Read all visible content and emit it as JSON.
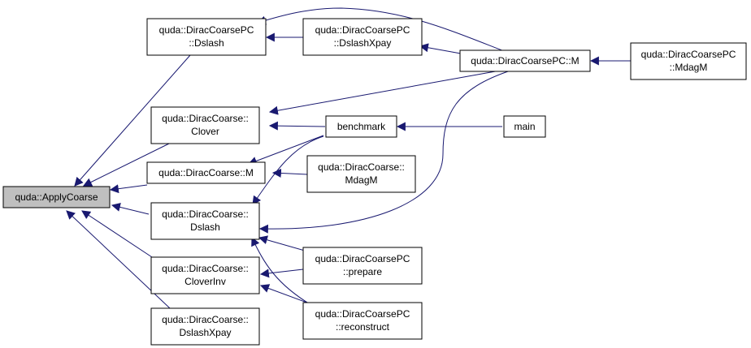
{
  "colors": {
    "edge": "#191970",
    "node_border": "#000000",
    "node_fill": "#ffffff",
    "highlight_fill": "#bfbfbf",
    "text": "#000000"
  },
  "nodes": {
    "apply_coarse": {
      "lines": [
        "quda::ApplyCoarse"
      ],
      "highlighted": true
    },
    "dcpc_dslash": {
      "lines": [
        "quda::DiracCoarsePC",
        "::Dslash"
      ]
    },
    "dc_clover": {
      "lines": [
        "quda::DiracCoarse::",
        "Clover"
      ]
    },
    "dc_m": {
      "lines": [
        "quda::DiracCoarse::M"
      ]
    },
    "dc_dslash": {
      "lines": [
        "quda::DiracCoarse::",
        "Dslash"
      ]
    },
    "dc_cloverinv": {
      "lines": [
        "quda::DiracCoarse::",
        "CloverInv"
      ]
    },
    "dc_dslashxpay": {
      "lines": [
        "quda::DiracCoarse::",
        "DslashXpay"
      ]
    },
    "dcpc_dslashxpay": {
      "lines": [
        "quda::DiracCoarsePC",
        "::DslashXpay"
      ]
    },
    "benchmark": {
      "lines": [
        "benchmark"
      ]
    },
    "dc_mdagm": {
      "lines": [
        "quda::DiracCoarse::",
        "MdagM"
      ]
    },
    "dcpc_prepare": {
      "lines": [
        "quda::DiracCoarsePC",
        "::prepare"
      ]
    },
    "dcpc_reconstruct": {
      "lines": [
        "quda::DiracCoarsePC",
        "::reconstruct"
      ]
    },
    "dcpc_m": {
      "lines": [
        "quda::DiracCoarsePC::M"
      ]
    },
    "main": {
      "lines": [
        "main"
      ]
    },
    "dcpc_mdagm": {
      "lines": [
        "quda::DiracCoarsePC",
        "::MdagM"
      ]
    }
  }
}
